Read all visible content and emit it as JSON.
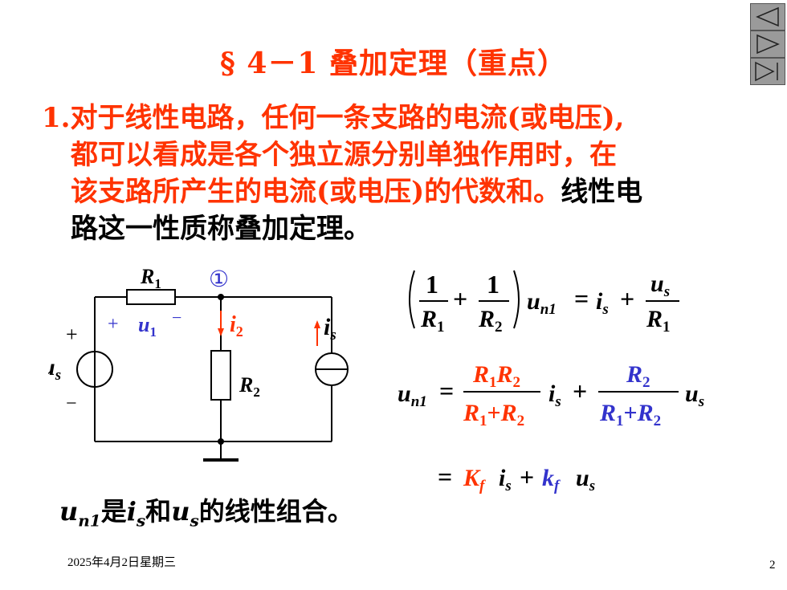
{
  "nav": {
    "prev_icon": "arrow-left-icon",
    "next_icon": "arrow-right-icon",
    "end_icon": "arrow-end-icon"
  },
  "title": "§ 4－1  叠加定理（重点）",
  "body": {
    "num": "1.",
    "line1": "对于线性电路，任何一条支路的电流(或电压),",
    "line2": "都可以看成是各个独立源分别单独作用时，在",
    "line3_red": "该支路所产生的电流(或电压)的代数和。",
    "line3_black": "线性电",
    "line4": "路这一性质称叠加定理。"
  },
  "circuit": {
    "R1": "R",
    "R1_sub": "1",
    "R2": "R",
    "R2_sub": "2",
    "node": "①",
    "u1_plus": "+",
    "u1": "u",
    "u1_sub": "1",
    "u1_minus": "−",
    "i2": "i",
    "i2_sub": "2",
    "is": "i",
    "is_sub": "s",
    "us_plus": "+",
    "us": "u",
    "us_sub": "s",
    "us_minus": "−"
  },
  "equations": {
    "eq1": {
      "lhs_num": "1",
      "r": "R",
      "one": "1",
      "two": "2",
      "plus": "+",
      "un1": "u",
      "n1": "n1",
      "equals": "=",
      "is": "i",
      "s": "s",
      "us": "u"
    },
    "eq2": {
      "label": "u",
      "sub": "n1",
      "eq": "=",
      "num_red": "R",
      "num_red2": "R",
      "den_a": "R",
      "den_plus": "+",
      "den_b": "R",
      "is": "i",
      "us": "u"
    },
    "eq3": {
      "eq": "=",
      "Kf": "K",
      "f": "f",
      "is": "i",
      "plus": "+",
      "kf": "k",
      "us": "u"
    }
  },
  "summary": {
    "u": "u",
    "sub": "n1",
    "t1": "是",
    "i": "i",
    "s": "s",
    "t2": "和",
    "u2": "u",
    "s2": "s",
    "t3": "的线性组合。"
  },
  "footer": {
    "date": "2025年4月2日星期三",
    "page": "2"
  },
  "colors": {
    "red": "#ff3300",
    "blue": "#3333cc",
    "gray": "#9a9a9a"
  }
}
